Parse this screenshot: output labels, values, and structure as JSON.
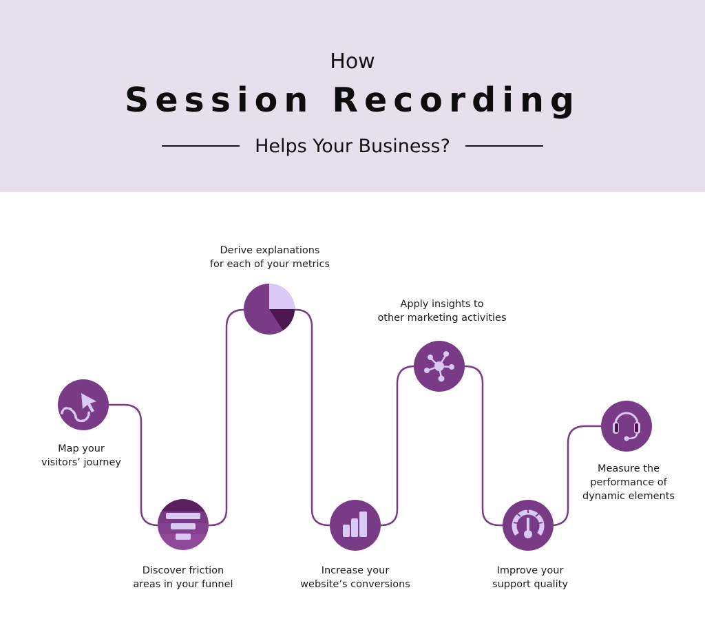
{
  "header": {
    "line1": "How",
    "title": "Session Recording",
    "subtitle": "Helps Your Business?",
    "background": "#e6dfec"
  },
  "colors": {
    "path": "#7a3b86",
    "circle": "#7a3b86",
    "icon_light": "#d8c9f5",
    "icon_dark": "#4e1650"
  },
  "steps": [
    {
      "id": 1,
      "icon": "cursor-path-icon",
      "lines": [
        "Map your",
        "visitors’ journey"
      ]
    },
    {
      "id": 2,
      "icon": "funnel-icon",
      "lines": [
        "Discover friction",
        "areas in your funnel"
      ]
    },
    {
      "id": 3,
      "icon": "pie-chart-icon",
      "lines": [
        "Derive explanations",
        "for each of your metrics"
      ]
    },
    {
      "id": 4,
      "icon": "bar-chart-icon",
      "lines": [
        "Increase your",
        "website’s conversions"
      ]
    },
    {
      "id": 5,
      "icon": "network-icon",
      "lines": [
        "Apply insights to",
        "other marketing activities"
      ]
    },
    {
      "id": 6,
      "icon": "gauge-icon",
      "lines": [
        "Improve your",
        "support quality"
      ]
    },
    {
      "id": 7,
      "icon": "headset-icon",
      "lines": [
        "Measure the",
        "performance of",
        "dynamic elements"
      ]
    }
  ]
}
